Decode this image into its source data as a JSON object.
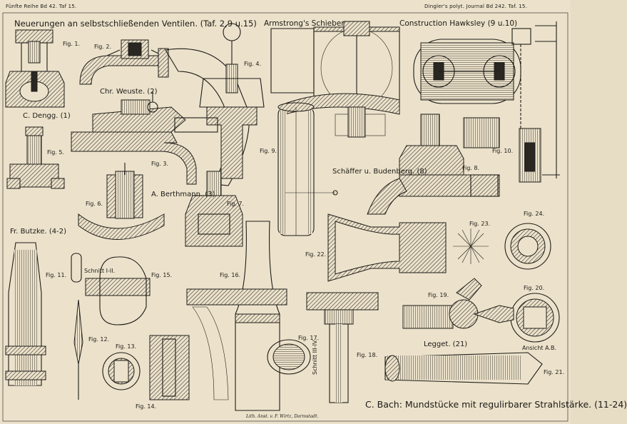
{
  "header": {
    "left": "Fünfte Reihe Bd 42. Taf 15.",
    "right": "Dingler's polyt. Journal Bd 242. Taf. 15."
  },
  "sections": {
    "neuerungen": "Neuerungen an selbstschließenden Ventilen. (Taf. 2,9 u.15)",
    "armstrong": "Armstrong's Schieber",
    "hawksley": "Construction Hawksley (9 u.10)",
    "weuste": "Chr. Weuste. (2)",
    "dengg": "C. Dengg. (1)",
    "berthmann": "A. Berthmann. (3)",
    "schaeffer": "Schäffer u. Budenberg. (8)",
    "butzke": "Fr. Butzke. (4-2)",
    "legget": "Legget. (21)",
    "bach": "C. Bach: Mundstücke mit regulirbarer Strahlstärke. (11-24)"
  },
  "figures": [
    "Fig. 1.",
    "Fig. 2.",
    "Fig. 3.",
    "Fig. 4.",
    "Fig. 5.",
    "Fig. 6.",
    "Fig. 7.",
    "Fig. 8.",
    "Fig. 9.",
    "Fig. 10.",
    "Fig. 11.",
    "Fig. 12.",
    "Fig. 13.",
    "Fig. 14.",
    "Fig. 15.",
    "Fig. 16.",
    "Fig. 17.",
    "Fig. 18.",
    "Fig. 19.",
    "Fig. 20.",
    "Fig. 21.",
    "Fig. 22.",
    "Fig. 23.",
    "Fig. 24."
  ],
  "annotations": {
    "schnitt_ii": "Schnitt I-II.",
    "schnitt_iii": "Schnitt III-IV.",
    "ansicht": "Ansicht A.B.",
    "imprint": "Lith. Anst. v. F. Wirtz, Darmstadt."
  },
  "colors": {
    "paper": "#ece2cb",
    "ink": "#1e1c18"
  }
}
